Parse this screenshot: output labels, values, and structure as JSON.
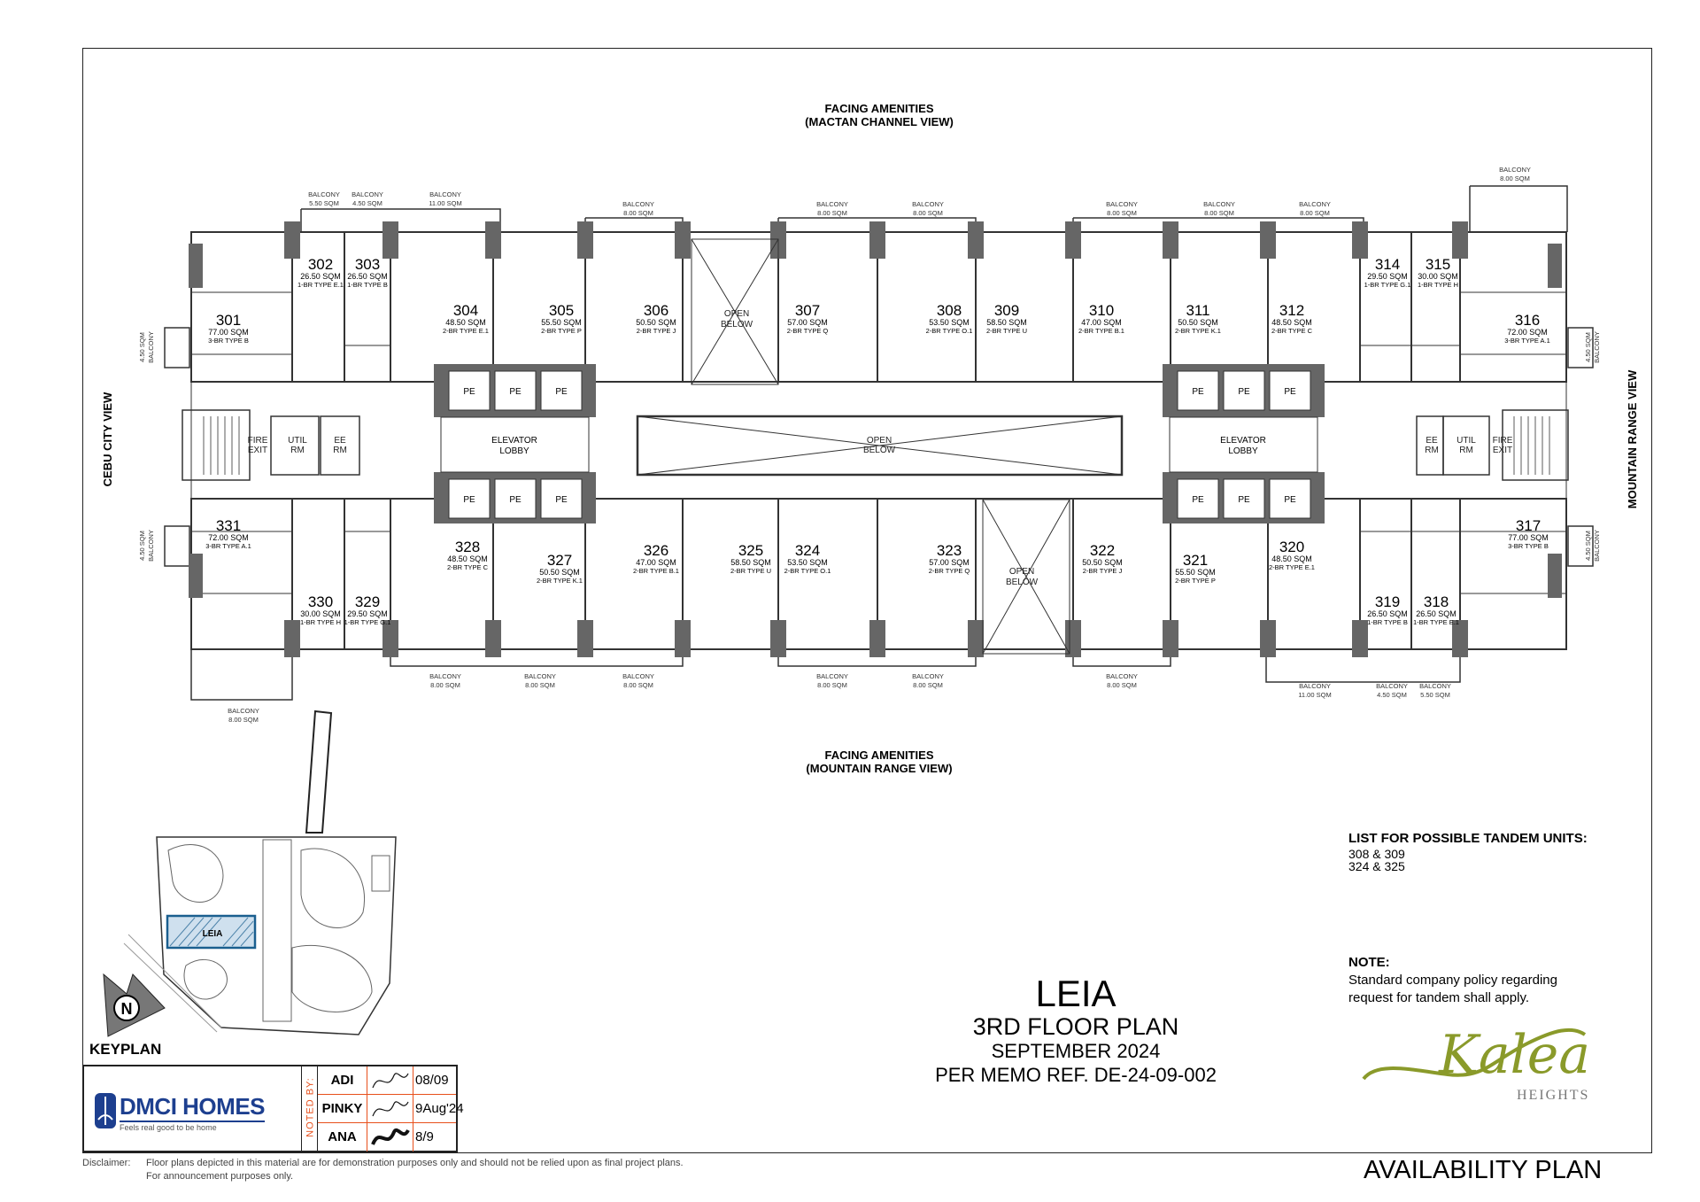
{
  "facing_top": {
    "line1": "FACING AMENITIES",
    "line2": "(MACTAN CHANNEL VIEW)"
  },
  "facing_bottom": {
    "line1": "FACING AMENITIES",
    "line2": "(MOUNTAIN RANGE VIEW)"
  },
  "side_left": "CEBU CITY VIEW",
  "side_right": "MOUNTAIN RANGE VIEW",
  "units": [
    {
      "number": "301",
      "area": "77.00 SQM",
      "type": "3-BR TYPE B"
    },
    {
      "number": "302",
      "area": "26.50 SQM",
      "type": "1-BR TYPE E.1"
    },
    {
      "number": "303",
      "area": "26.50 SQM",
      "type": "1-BR TYPE B"
    },
    {
      "number": "304",
      "area": "48.50 SQM",
      "type": "2-BR TYPE E.1"
    },
    {
      "number": "305",
      "area": "55.50 SQM",
      "type": "2-BR TYPE P"
    },
    {
      "number": "306",
      "area": "50.50 SQM",
      "type": "2-BR TYPE J"
    },
    {
      "number": "307",
      "area": "57.00 SQM",
      "type": "2-BR TYPE Q"
    },
    {
      "number": "308",
      "area": "53.50 SQM",
      "type": "2-BR TYPE O.1"
    },
    {
      "number": "309",
      "area": "58.50 SQM",
      "type": "2-BR TYPE U"
    },
    {
      "number": "310",
      "area": "47.00 SQM",
      "type": "2-BR TYPE B.1"
    },
    {
      "number": "311",
      "area": "50.50 SQM",
      "type": "2-BR TYPE K.1"
    },
    {
      "number": "312",
      "area": "48.50 SQM",
      "type": "2-BR TYPE C"
    },
    {
      "number": "314",
      "area": "29.50 SQM",
      "type": "1-BR TYPE G.1"
    },
    {
      "number": "315",
      "area": "30.00 SQM",
      "type": "1-BR TYPE H"
    },
    {
      "number": "316",
      "area": "72.00 SQM",
      "type": "3-BR TYPE A.1"
    },
    {
      "number": "317",
      "area": "77.00 SQM",
      "type": "3-BR TYPE B"
    },
    {
      "number": "318",
      "area": "26.50 SQM",
      "type": "1-BR TYPE E.1"
    },
    {
      "number": "319",
      "area": "26.50 SQM",
      "type": "1-BR TYPE B"
    },
    {
      "number": "320",
      "area": "48.50 SQM",
      "type": "2-BR TYPE E.1"
    },
    {
      "number": "321",
      "area": "55.50 SQM",
      "type": "2-BR TYPE P"
    },
    {
      "number": "322",
      "area": "50.50 SQM",
      "type": "2-BR TYPE J"
    },
    {
      "number": "323",
      "area": "57.00 SQM",
      "type": "2-BR TYPE Q"
    },
    {
      "number": "324",
      "area": "53.50 SQM",
      "type": "2-BR TYPE O.1"
    },
    {
      "number": "325",
      "area": "58.50 SQM",
      "type": "2-BR TYPE U"
    },
    {
      "number": "326",
      "area": "47.00 SQM",
      "type": "2-BR TYPE B.1"
    },
    {
      "number": "327",
      "area": "50.50 SQM",
      "type": "2-BR TYPE K.1"
    },
    {
      "number": "328",
      "area": "48.50 SQM",
      "type": "2-BR TYPE C"
    },
    {
      "number": "329",
      "area": "29.50 SQM",
      "type": "1-BR TYPE G.1"
    },
    {
      "number": "330",
      "area": "30.00 SQM",
      "type": "1-BR TYPE H"
    },
    {
      "number": "331",
      "area": "72.00 SQM",
      "type": "3-BR TYPE A.1"
    }
  ],
  "balconies": [
    {
      "label": "BALCONY",
      "area": "5.50 SQM"
    },
    {
      "label": "BALCONY",
      "area": "4.50 SQM"
    },
    {
      "label": "BALCONY",
      "area": "11.00 SQM"
    },
    {
      "label": "BALCONY",
      "area": "8.00 SQM"
    },
    {
      "label": "BALCONY",
      "area": "8.00 SQM"
    },
    {
      "label": "BALCONY",
      "area": "8.00 SQM"
    },
    {
      "label": "BALCONY",
      "area": "8.00 SQM"
    },
    {
      "label": "BALCONY",
      "area": "8.00 SQM"
    },
    {
      "label": "BALCONY",
      "area": "8.00 SQM"
    },
    {
      "label": "BALCONY",
      "area": "8.00 SQM"
    },
    {
      "label": "BALCONY",
      "area": "8.00 SQM"
    },
    {
      "label": "BALCONY",
      "area": "8.00 SQM"
    },
    {
      "label": "BALCONY",
      "area": "8.00 SQM"
    },
    {
      "label": "BALCONY",
      "area": "8.00 SQM"
    },
    {
      "label": "BALCONY",
      "area": "8.00 SQM"
    },
    {
      "label": "BALCONY",
      "area": "8.00 SQM"
    },
    {
      "label": "BALCONY",
      "area": "11.00 SQM"
    },
    {
      "label": "BALCONY",
      "area": "4.50 SQM"
    },
    {
      "label": "BALCONY",
      "area": "5.50 SQM"
    },
    {
      "label": "BALCONY",
      "area": "8.00 SQM"
    },
    {
      "label": "BALCONY",
      "area": "4.50 SQM"
    },
    {
      "label": "BALCONY",
      "area": "4.50 SQM"
    },
    {
      "label": "BALCONY",
      "area": "4.50 SQM"
    },
    {
      "label": "BALCONY",
      "area": "4.50 SQM"
    }
  ],
  "core": {
    "elevator_lobby": [
      "ELEVATOR",
      "LOBBY"
    ],
    "open_below": [
      "OPEN",
      "BELOW"
    ],
    "pe": "PE",
    "fire_exit": [
      "FIRE",
      "EXIT"
    ],
    "util_rm": [
      "UTIL",
      "RM"
    ],
    "ee_rm": [
      "EE",
      "RM"
    ]
  },
  "keyplan": {
    "title": "KEYPLAN",
    "building": "LEIA",
    "north": "N",
    "highlight_color": "#1a5f8f"
  },
  "title": {
    "building": "LEIA",
    "floor": "3RD FLOOR PLAN",
    "date": "SEPTEMBER 2024",
    "memo": "PER MEMO REF. DE-24-09-002"
  },
  "tandem": {
    "heading": "LIST FOR POSSIBLE TANDEM UNITS:",
    "items": [
      "308 & 309",
      "324 & 325"
    ]
  },
  "note": {
    "heading": "NOTE:",
    "lines": [
      "Standard company policy regarding",
      "request for tandem shall apply."
    ]
  },
  "brand": {
    "dmci": "DMCI HOMES",
    "tagline": "Feels real good to be home",
    "dmci_color": "#1d3f8f",
    "kalea": "Kalea",
    "kalea_sub": "HEIGHTS",
    "kalea_color": "#8a9a2a"
  },
  "noted_by": {
    "label": "NOTED BY:",
    "rows": [
      {
        "name": "ADI",
        "date": "08/09"
      },
      {
        "name": "PINKY",
        "date": "9Aug'24"
      },
      {
        "name": "ANA",
        "date": "8/9"
      }
    ]
  },
  "disclaimer": {
    "label": "Disclaimer:",
    "lines": [
      "Floor plans depicted in this material are for demonstration purposes only and should not be relied upon as final project plans.",
      "For announcement purposes only."
    ]
  },
  "footer": "AVAILABILITY PLAN"
}
